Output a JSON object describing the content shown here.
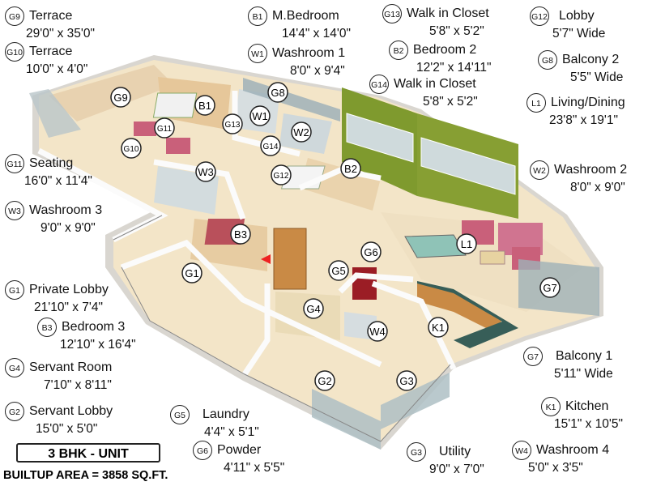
{
  "rooms": [
    {
      "code": "G9",
      "name": "Terrace",
      "dim": "29'0\" x 35'0\""
    },
    {
      "code": "G10",
      "name": "Terrace",
      "dim": "10'0\" x 4'0\""
    },
    {
      "code": "B1",
      "name": "M.Bedroom",
      "dim": "14'4\" x 14'0\""
    },
    {
      "code": "W1",
      "name": "Washroom 1",
      "dim": "8'0\" x 9'4\""
    },
    {
      "code": "G13",
      "name": "Walk in Closet",
      "dim": "5'8\" x 5'2\""
    },
    {
      "code": "B2",
      "name": "Bedroom 2",
      "dim": "12'2\" x 14'11\""
    },
    {
      "code": "G14",
      "name": "Walk in Closet",
      "dim": "5'8\" x 5'2\""
    },
    {
      "code": "G12",
      "name": "Lobby",
      "dim": "5'7\" Wide"
    },
    {
      "code": "G8",
      "name": "Balcony 2",
      "dim": "5'5\" Wide"
    },
    {
      "code": "L1",
      "name": "Living/Dining",
      "dim": "23'8\" x 19'1\""
    },
    {
      "code": "W2",
      "name": "Washroom 2",
      "dim": "8'0\" x 9'0\""
    },
    {
      "code": "G11",
      "name": "Seating",
      "dim": "16'0\" x 11'4\""
    },
    {
      "code": "W3",
      "name": "Washroom 3",
      "dim": "9'0\" x 9'0\""
    },
    {
      "code": "G1",
      "name": "Private Lobby",
      "dim": "21'10\" x 7'4\""
    },
    {
      "code": "B3",
      "name": "Bedroom 3",
      "dim": "12'10\" x 16'4\""
    },
    {
      "code": "G4",
      "name": "Servant Room",
      "dim": "7'10\" x 8'11\""
    },
    {
      "code": "G2",
      "name": "Servant Lobby",
      "dim": "15'0\" x 5'0\""
    },
    {
      "code": "G5",
      "name": "Laundry",
      "dim": "4'4\" x 5'1\""
    },
    {
      "code": "G6",
      "name": "Powder",
      "dim": "4'11\" x 5'5\""
    },
    {
      "code": "G3",
      "name": "Utility",
      "dim": "9'0\" x 7'0\""
    },
    {
      "code": "G7",
      "name": "Balcony 1",
      "dim": "5'11\" Wide"
    },
    {
      "code": "K1",
      "name": "Kitchen",
      "dim": "15'1\" x 10'5\""
    },
    {
      "code": "W4",
      "name": "Washroom 4",
      "dim": "5'0\" x 3'5\""
    }
  ],
  "unit_label": "3 BHK - UNIT",
  "builtup_area": "BUILTUP AREA = 3858 SQ.FT.",
  "colors": {
    "wall": "#f2efe9",
    "floor": "#f3e5c8",
    "wood": "#c98a45",
    "accent_green": "#7f9a2e",
    "glass": "#aebfc4",
    "sofa": "#c9607a"
  }
}
